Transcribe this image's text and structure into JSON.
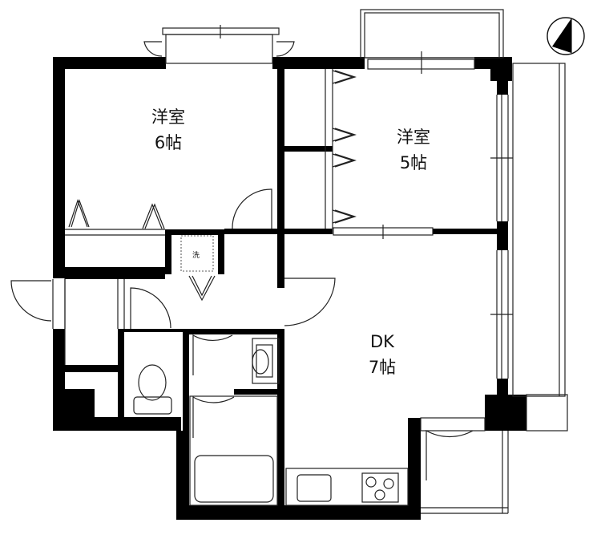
{
  "floorplan": {
    "rooms": [
      {
        "id": "western-6",
        "name": "洋室",
        "size": "6帖"
      },
      {
        "id": "western-5",
        "name": "洋室",
        "size": "5帖"
      },
      {
        "id": "dk",
        "name": "DK",
        "size": "7帖"
      }
    ],
    "fixtures": {
      "washer_label": "洗"
    },
    "compass": {
      "icon": "north-arrow-icon"
    },
    "colors": {
      "wall": "#000000",
      "line": "#222222",
      "background": "#ffffff"
    }
  }
}
